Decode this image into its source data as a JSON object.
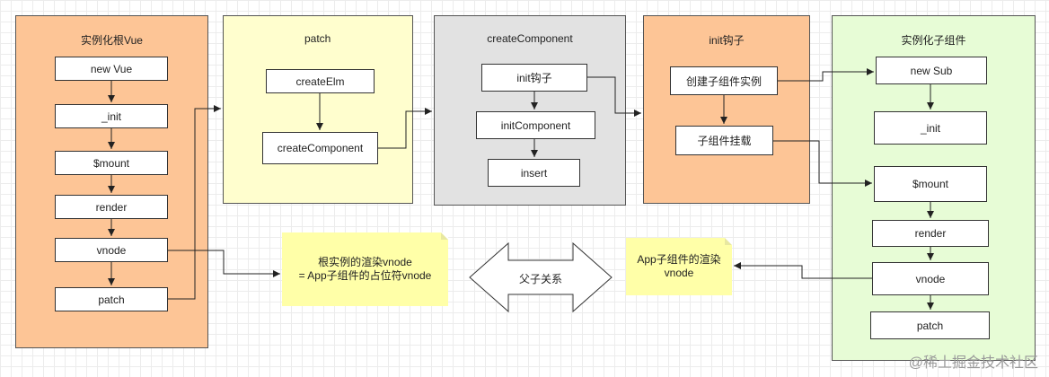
{
  "colors": {
    "orange": "#fdc596",
    "yellow": "#fffece",
    "gray": "#e2e2e2",
    "green": "#e7fcd6",
    "note": "#ffffa8"
  },
  "groups": {
    "root": {
      "title": "实例化根Vue",
      "nodes": [
        "new Vue",
        "_init",
        "$mount",
        "render",
        "vnode",
        "patch"
      ]
    },
    "patch": {
      "title": "patch",
      "nodes": [
        "createElm",
        "createComponent"
      ]
    },
    "create_component": {
      "title": "createComponent",
      "nodes": [
        "init钩子",
        "initComponent",
        "insert"
      ]
    },
    "init_hook": {
      "title": "init钩子",
      "nodes": [
        "创建子组件实例",
        "子组件挂载"
      ]
    },
    "child": {
      "title": "实例化子组件",
      "nodes": [
        "new Sub",
        "_init",
        "$mount",
        "render",
        "vnode",
        "patch"
      ]
    }
  },
  "notes": {
    "root_vnode": {
      "line1": "根实例的渲染vnode",
      "line2": "= App子组件的占位符vnode"
    },
    "app_vnode": {
      "line1": "App子组件的渲染",
      "line2": "vnode"
    }
  },
  "relation_label": "父子关系",
  "watermark": "@稀土掘金技术社区"
}
